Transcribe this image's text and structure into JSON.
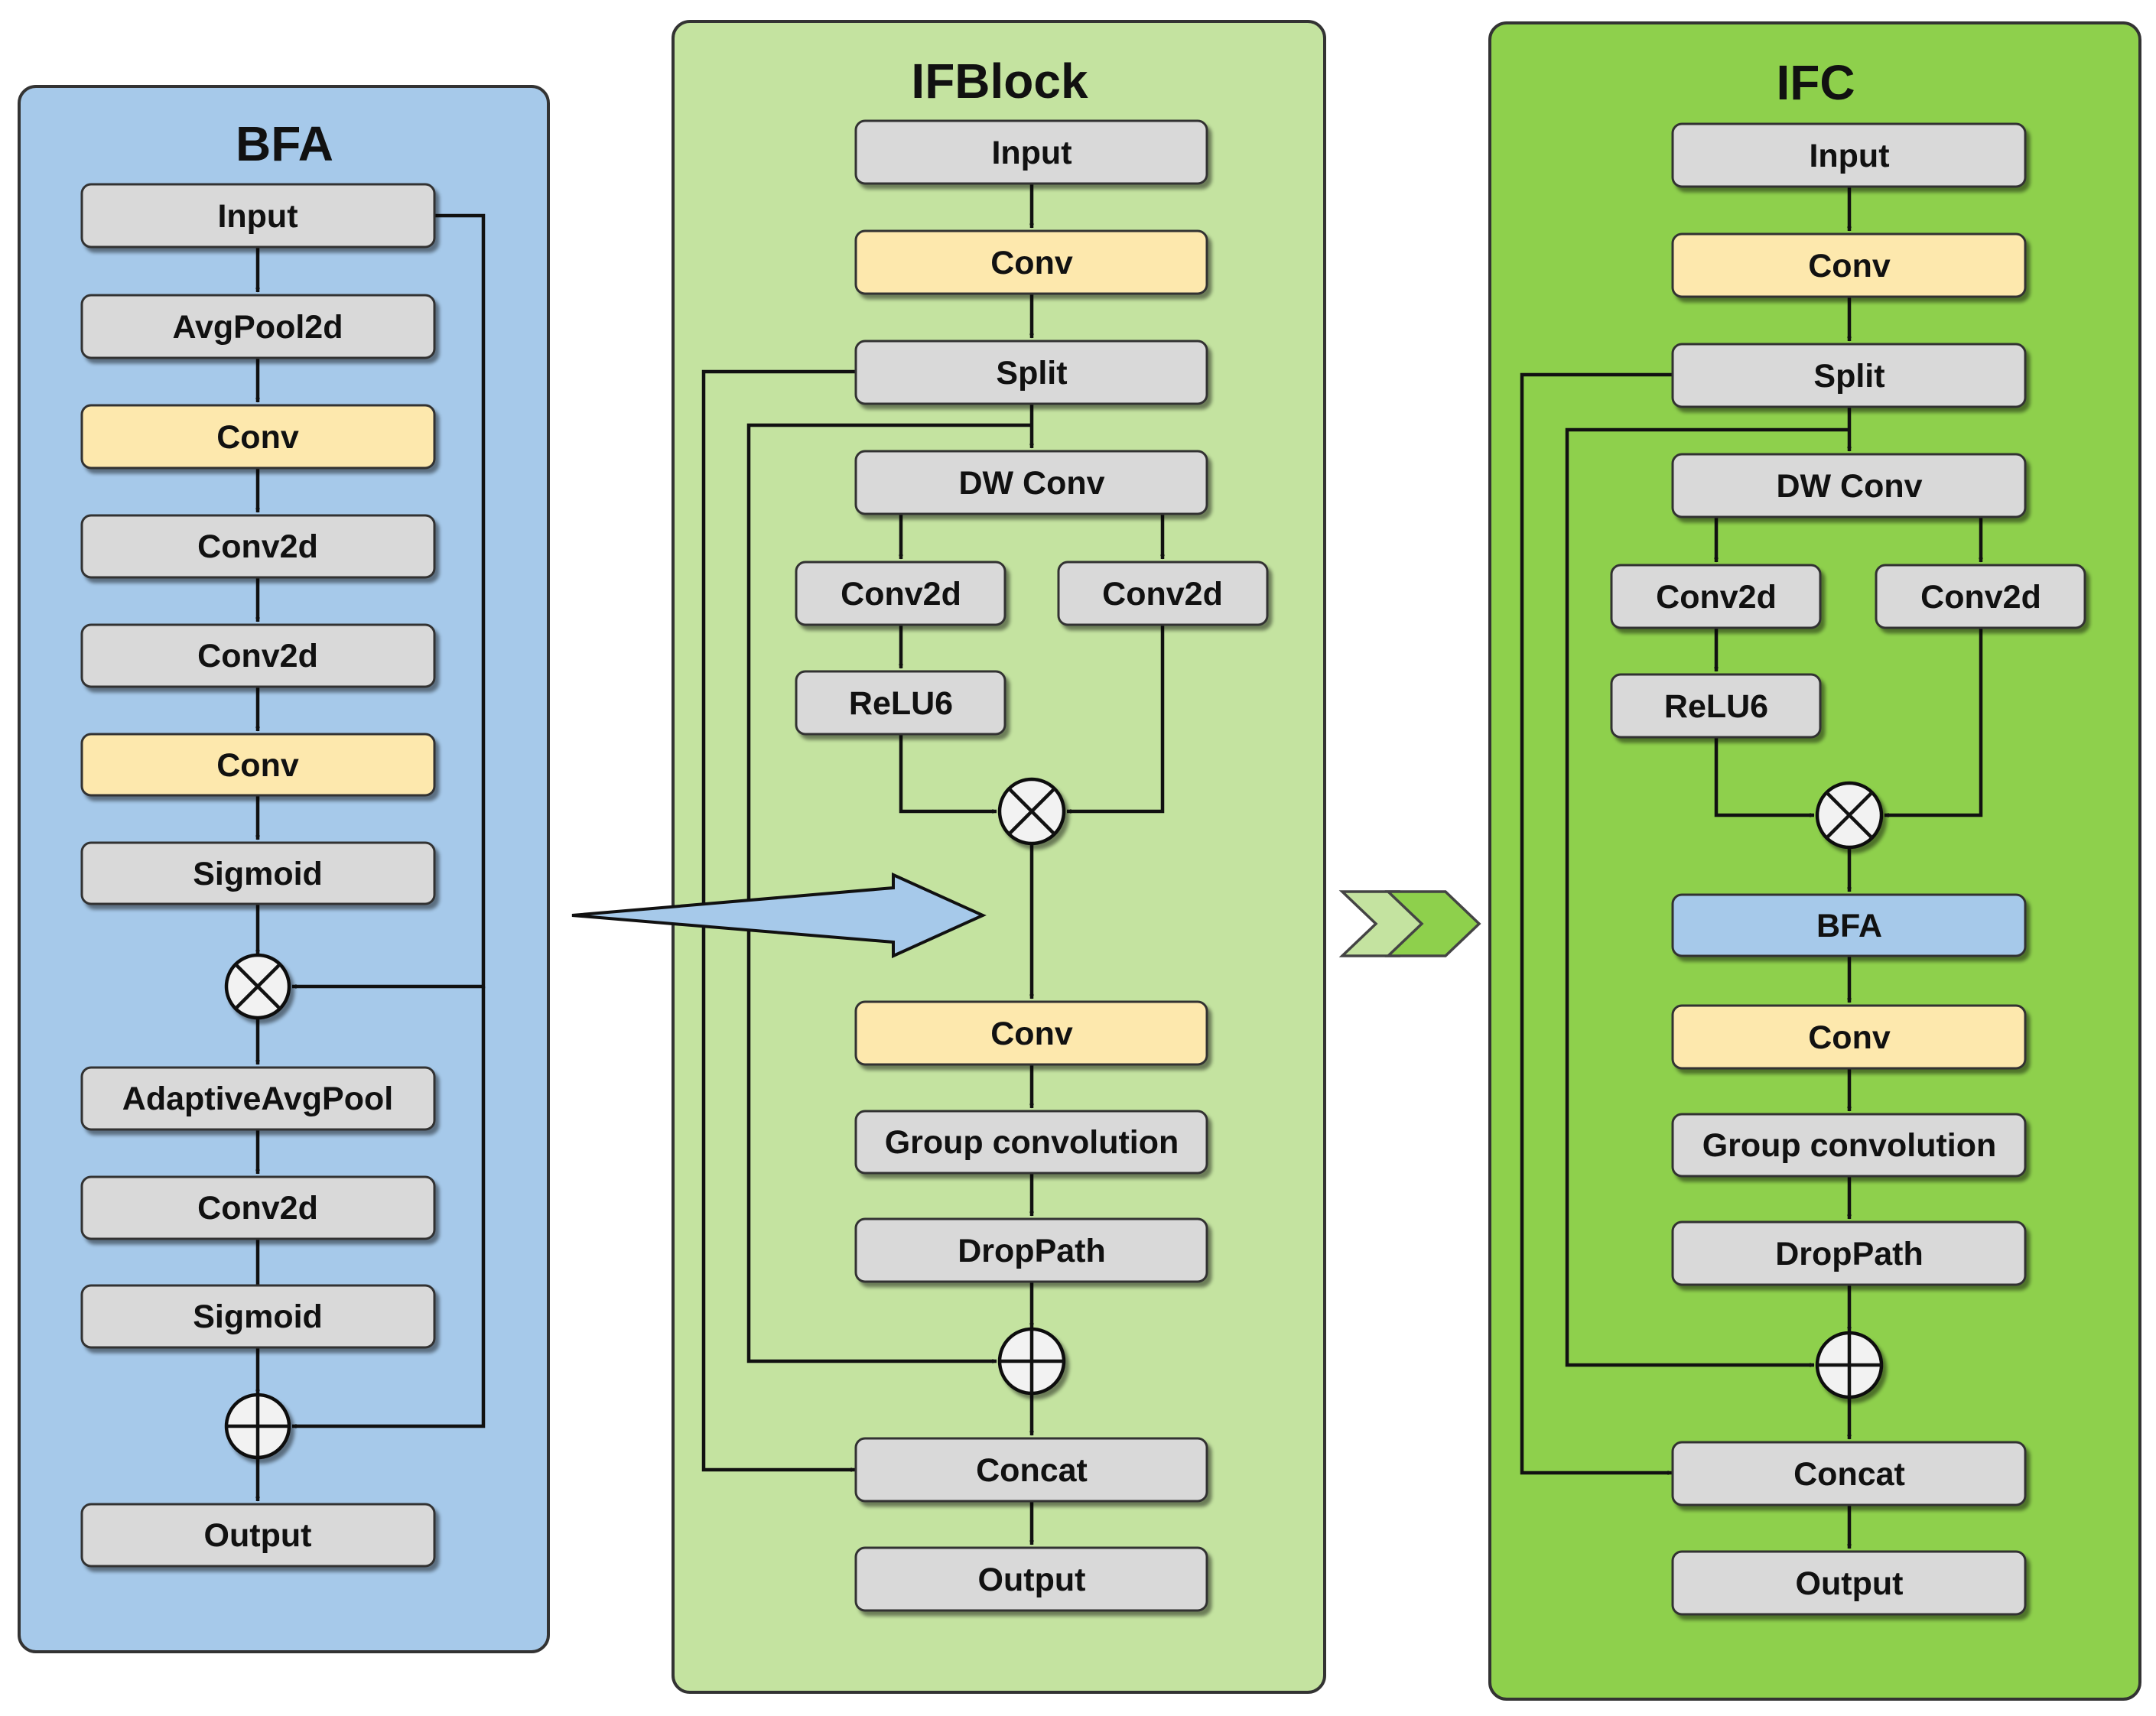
{
  "colors": {
    "bfa_panel": "#a6c9ea",
    "ifblock_panel": "#c4e3a0",
    "ifc_panel": "#8ed04c",
    "node_gray": "#d9d9d9",
    "node_conv": "#fde8ad",
    "node_bfa": "#a6c9ea",
    "line": "#111111"
  },
  "panels": [
    {
      "id": "bfa",
      "title": "BFA",
      "nodes": [
        "Input",
        "AvgPool2d",
        "Conv",
        "Conv2d",
        "Conv2d",
        "Conv",
        "Sigmoid",
        "AdaptiveAvgPool",
        "Conv2d",
        "Sigmoid",
        "Output"
      ]
    },
    {
      "id": "ifblock",
      "title": "IFBlock",
      "nodes": [
        "Input",
        "Conv",
        "Split",
        "DW Conv",
        "Conv2d",
        "Conv2d",
        "ReLU6",
        "Conv",
        "Group convolution",
        "DropPath",
        "Concat",
        "Output"
      ]
    },
    {
      "id": "ifc",
      "title": "IFC",
      "nodes": [
        "Input",
        "Conv",
        "Split",
        "DW Conv",
        "Conv2d",
        "Conv2d",
        "ReLU6",
        "BFA",
        "Conv",
        "Group convolution",
        "DropPath",
        "Concat",
        "Output"
      ]
    }
  ],
  "operators": {
    "multiply": "multiply-operator",
    "add": "add-operator"
  },
  "connectors": {
    "bfa_to_ifblock": "right-arrow-icon",
    "ifblock_to_ifc": "double-chevron-icon"
  }
}
